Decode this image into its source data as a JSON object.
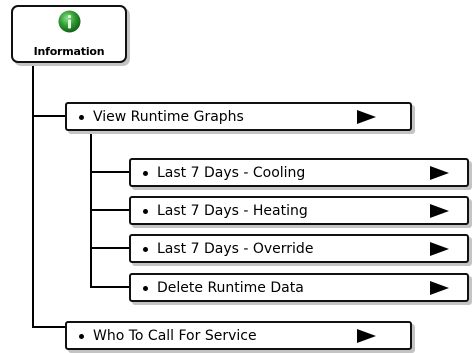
{
  "root": {
    "label": "Information",
    "icon": "info-icon",
    "icon_color": "#2e9b2e"
  },
  "menu": {
    "view_runtime_graphs": {
      "label": "View Runtime Graphs",
      "arrow_icon": "play-arrow-icon"
    },
    "last_7_cooling": {
      "label": "Last 7 Days - Cooling",
      "arrow_icon": "play-arrow-icon"
    },
    "last_7_heating": {
      "label": "Last 7 Days - Heating",
      "arrow_icon": "play-arrow-icon"
    },
    "last_7_override": {
      "label": "Last 7 Days - Override",
      "arrow_icon": "play-arrow-icon"
    },
    "delete_runtime_data": {
      "label": "Delete Runtime Data",
      "arrow_icon": "play-arrow-icon"
    },
    "who_to_call": {
      "label": "Who To Call For Service",
      "arrow_icon": "play-arrow-icon"
    }
  },
  "colors": {
    "border": "#111111",
    "shadow": "#c4c4c4",
    "text": "#000000"
  }
}
